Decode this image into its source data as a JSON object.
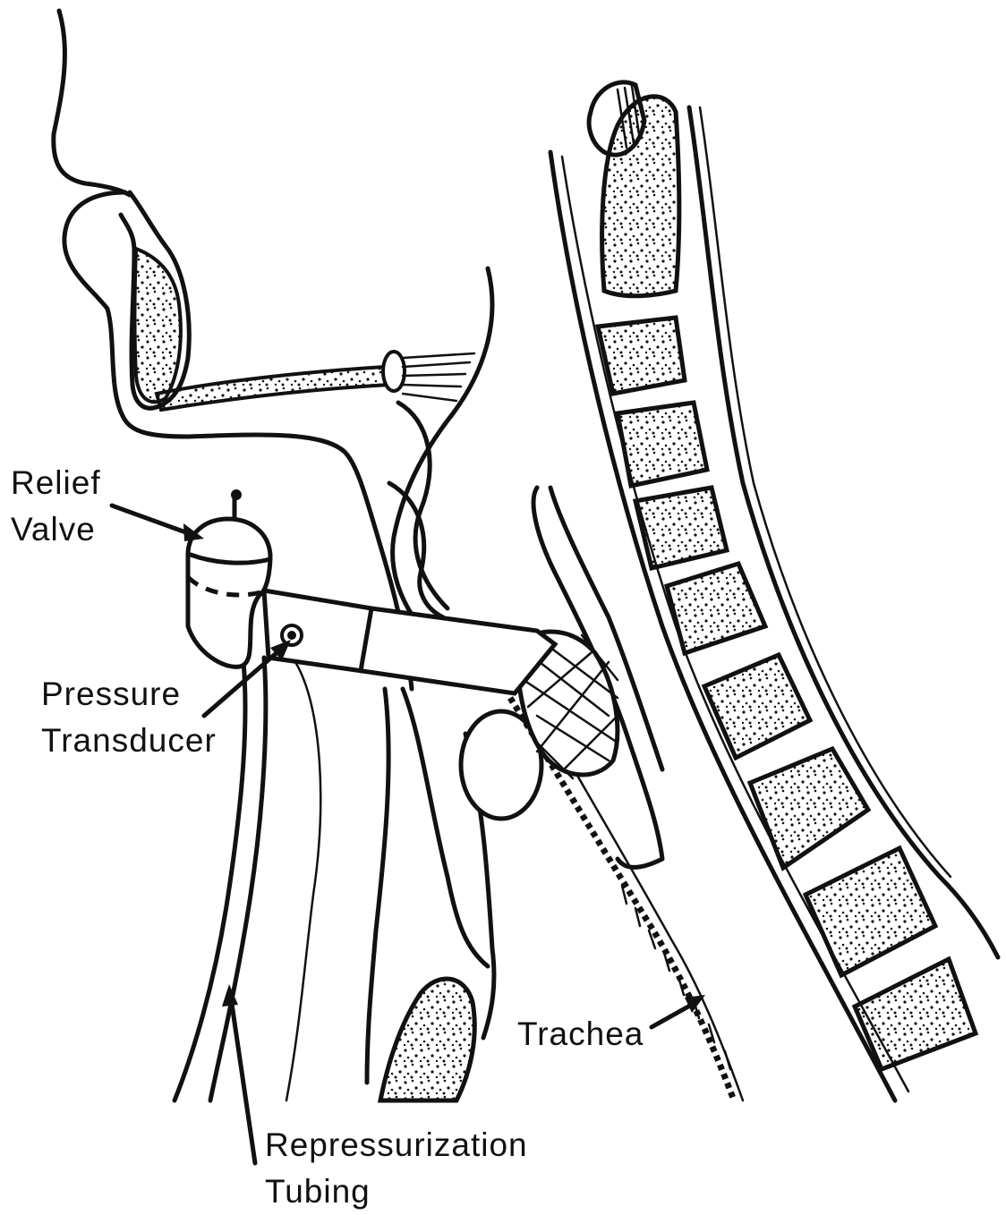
{
  "labels": {
    "relief_valve": {
      "line1": "Relief",
      "line2": "Valve"
    },
    "pressure_transducer": {
      "line1": "Pressure",
      "line2": "Transducer"
    },
    "trachea": "Trachea",
    "repressurization_tubing": {
      "line1": "Repressurization",
      "line2": "Tubing"
    }
  },
  "colors": {
    "ink": "#111111",
    "background": "#ffffff"
  }
}
